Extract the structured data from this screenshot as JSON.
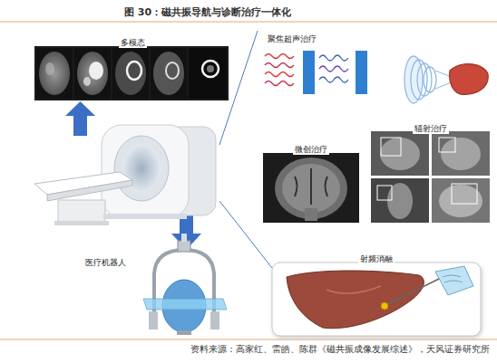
{
  "diagram": {
    "title": "图 30：磁共振导航与诊断治疗一体化",
    "caption": "资料来源：高家红、雷皓、陈群《磁共振成像发展综述》，天风证券研究所",
    "nodes": [
      {
        "text": [
          "多模态"
        ]
      },
      {
        "text": [
          "聚焦超声治疗"
        ]
      },
      {
        "text": [
          "微创治疗"
        ]
      },
      {
        "text": [
          "辐射治疗"
        ]
      },
      {
        "text": [
          "医疗机器人"
        ]
      },
      {
        "text": [
          "射频消融"
        ]
      }
    ]
  }
}
